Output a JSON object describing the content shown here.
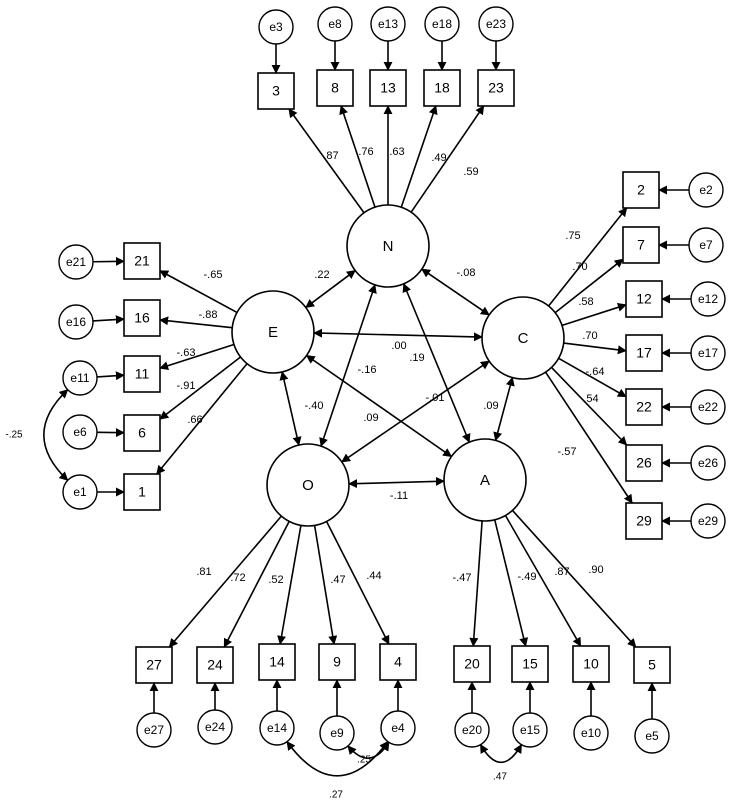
{
  "latents": [
    {
      "id": "N",
      "label": "N"
    },
    {
      "id": "E",
      "label": "E"
    },
    {
      "id": "C",
      "label": "C"
    },
    {
      "id": "O",
      "label": "O"
    },
    {
      "id": "A",
      "label": "A"
    }
  ],
  "items": [
    {
      "id": "3",
      "label": "3",
      "error": "e3",
      "factor": "N",
      "loading": ".87"
    },
    {
      "id": "8",
      "label": "8",
      "error": "e8",
      "factor": "N",
      "loading": ".76"
    },
    {
      "id": "13",
      "label": "13",
      "error": "e13",
      "factor": "N",
      "loading": ".63"
    },
    {
      "id": "18",
      "label": "18",
      "error": "e18",
      "factor": "N",
      "loading": ".49"
    },
    {
      "id": "23",
      "label": "23",
      "error": "e23",
      "factor": "N",
      "loading": ".59"
    },
    {
      "id": "21",
      "label": "21",
      "error": "e21",
      "factor": "E",
      "loading": "-.65"
    },
    {
      "id": "16",
      "label": "16",
      "error": "e16",
      "factor": "E",
      "loading": "-.88"
    },
    {
      "id": "11",
      "label": "11",
      "error": "e11",
      "factor": "E",
      "loading": "-.63"
    },
    {
      "id": "6",
      "label": "6",
      "error": "e6",
      "factor": "E",
      "loading": "-.91"
    },
    {
      "id": "1",
      "label": "1",
      "error": "e1",
      "factor": "E",
      "loading": ".66"
    },
    {
      "id": "2",
      "label": "2",
      "error": "e2",
      "factor": "C",
      "loading": ".75"
    },
    {
      "id": "7",
      "label": "7",
      "error": "e7",
      "factor": "C",
      "loading": ".70"
    },
    {
      "id": "12",
      "label": "12",
      "error": "e12",
      "factor": "C",
      "loading": ".58"
    },
    {
      "id": "17",
      "label": "17",
      "error": "e17",
      "factor": "C",
      "loading": ".70"
    },
    {
      "id": "22",
      "label": "22",
      "error": "e22",
      "factor": "C",
      "loading": "-.64"
    },
    {
      "id": "26",
      "label": "26",
      "error": "e26",
      "factor": "C",
      "loading": ".54"
    },
    {
      "id": "29",
      "label": "29",
      "error": "e29",
      "factor": "C",
      "loading": "-.57"
    },
    {
      "id": "27",
      "label": "27",
      "error": "e27",
      "factor": "O",
      "loading": ".81"
    },
    {
      "id": "24",
      "label": "24",
      "error": "e24",
      "factor": "O",
      "loading": ".72"
    },
    {
      "id": "14",
      "label": "14",
      "error": "e14",
      "factor": "O",
      "loading": ".52"
    },
    {
      "id": "9",
      "label": "9",
      "error": "e9",
      "factor": "O",
      "loading": ".47"
    },
    {
      "id": "4",
      "label": "4",
      "error": "e4",
      "factor": "O",
      "loading": ".44"
    },
    {
      "id": "20",
      "label": "20",
      "error": "e20",
      "factor": "A",
      "loading": "-.47"
    },
    {
      "id": "15",
      "label": "15",
      "error": "e15",
      "factor": "A",
      "loading": "-.49"
    },
    {
      "id": "10",
      "label": "10",
      "error": "e10",
      "factor": "A",
      "loading": ".87"
    },
    {
      "id": "5",
      "label": "5",
      "error": "e5",
      "factor": "A",
      "loading": ".90"
    }
  ],
  "factor_covariances": [
    {
      "from": "N",
      "to": "E",
      "value": ".22"
    },
    {
      "from": "N",
      "to": "C",
      "value": "-.08"
    },
    {
      "from": "N",
      "to": "O",
      "value": "-.16"
    },
    {
      "from": "N",
      "to": "A",
      "value": ".19"
    },
    {
      "from": "E",
      "to": "C",
      "value": ".00"
    },
    {
      "from": "E",
      "to": "O",
      "value": "-.40"
    },
    {
      "from": "E",
      "to": "A",
      "value": ".09"
    },
    {
      "from": "C",
      "to": "O",
      "value": "-.01"
    },
    {
      "from": "C",
      "to": "A",
      "value": ".09"
    },
    {
      "from": "O",
      "to": "A",
      "value": "-.11"
    }
  ],
  "error_covariances": [
    {
      "from": "e11",
      "to": "e1",
      "value": "-.25"
    },
    {
      "from": "e14",
      "to": "e4",
      "value": ".27"
    },
    {
      "from": "e9",
      "to": "e4",
      "value": ".25"
    },
    {
      "from": "e20",
      "to": "e15",
      "value": ".47"
    }
  ]
}
